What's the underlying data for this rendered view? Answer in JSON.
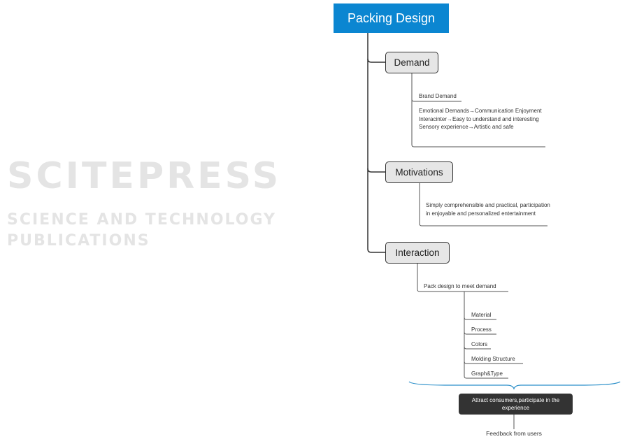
{
  "watermark": {
    "line1": "SCITEPRESS",
    "line2": "SCIENCE AND TECHNOLOGY PUBLICATIONS"
  },
  "root": {
    "label": "Packing Design",
    "color": "#0b86d1"
  },
  "topics": [
    {
      "label": "Demand",
      "children": [
        "Brand Demand",
        "Emotional Demands→Communication Enjoyment Interacinter→Easy to understand and interesting  Sensory experience→Artistic and safe"
      ]
    },
    {
      "label": "Motivations",
      "children": [
        "Simply comprehensible and practical, participation in enjoyable and personalized entertainment"
      ]
    },
    {
      "label": "Interaction",
      "children": [
        "Pack design to meet demand"
      ],
      "subchildren": [
        "Material",
        "Process",
        "Colors",
        "Molding Structure",
        "Graph&Type"
      ]
    }
  ],
  "summary": {
    "label": "Attract consumers,participate in the experience",
    "feedback": "Feedback from users"
  }
}
